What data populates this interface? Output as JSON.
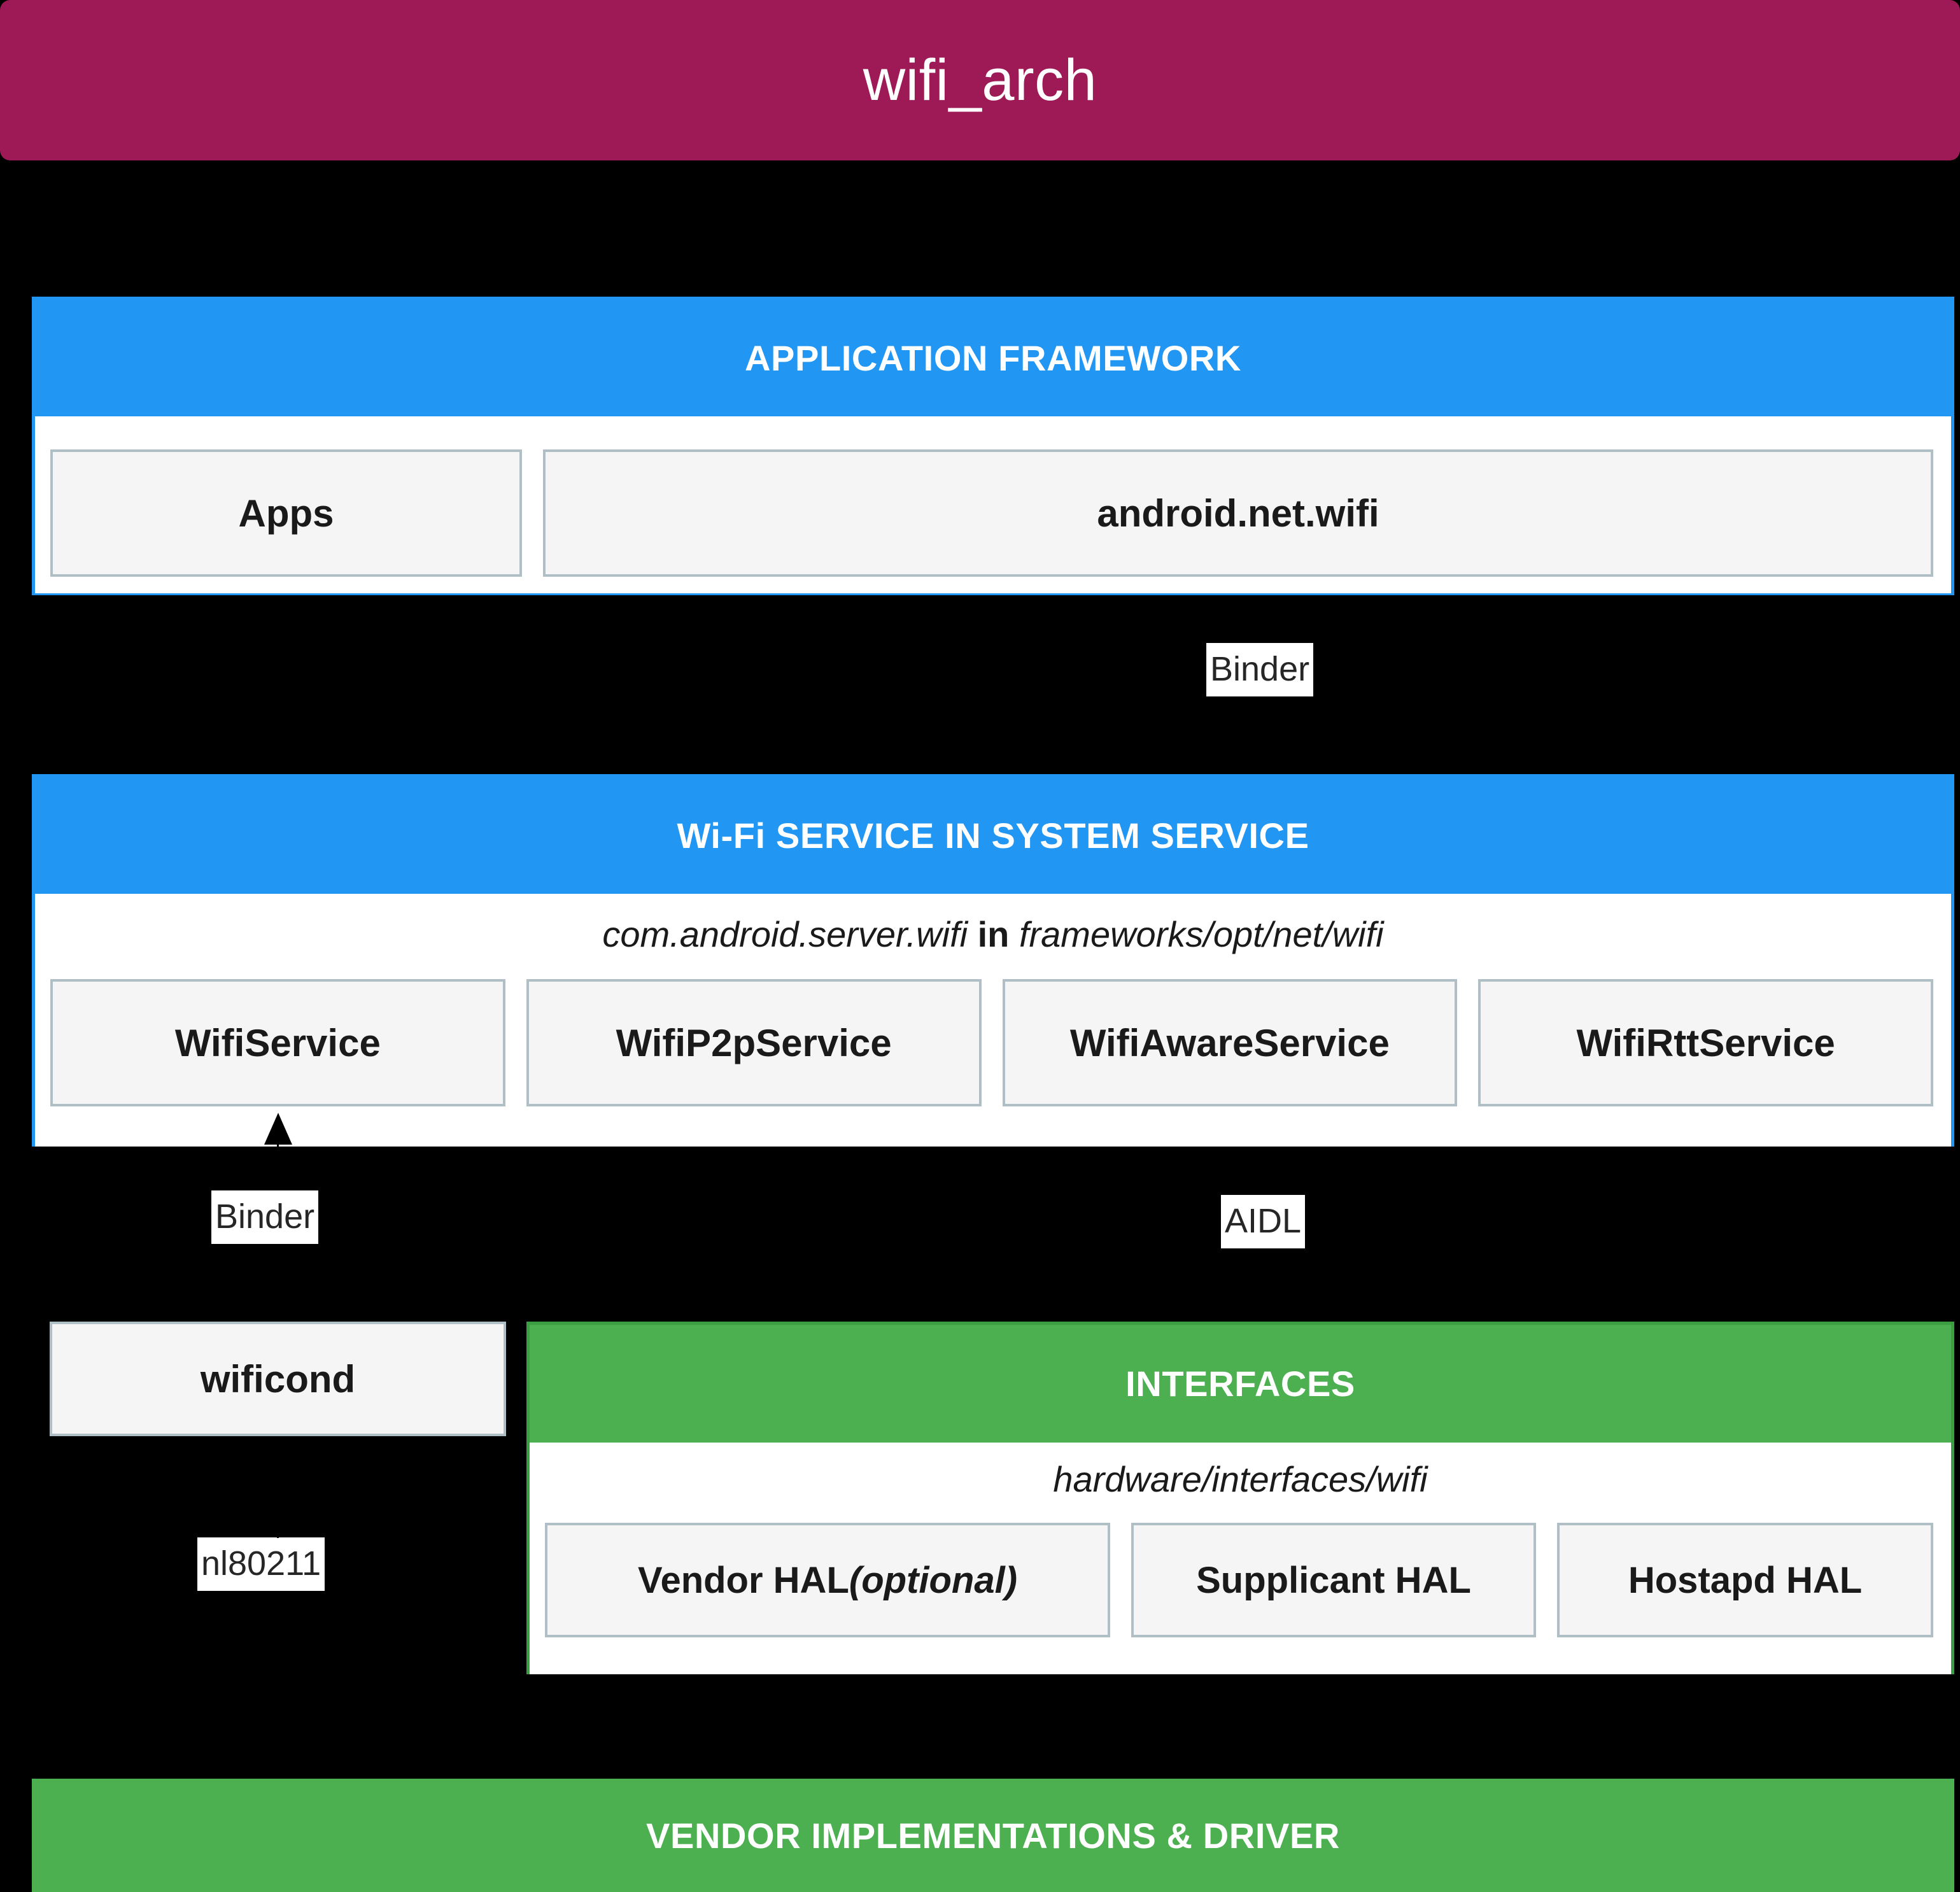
{
  "title": {
    "text": "wifi_arch",
    "bar_color": "#9E1A57"
  },
  "colors": {
    "page_background": "#000000",
    "framework_accent": "#2196F3",
    "service_accent": "#2196F3",
    "interfaces_accent": "#4CAF50",
    "vendor_accent": "#4CAF50",
    "node_fill": "#f5f5f5",
    "node_border": "#b0bec5",
    "label_background": "#ffffff",
    "text_color": "#1a1a1a"
  },
  "framework": {
    "header": "APPLICATION FRAMEWORK",
    "boxes": [
      {
        "label": "Apps"
      },
      {
        "label": "android.net.wifi"
      }
    ]
  },
  "edges": {
    "binder_top": "Binder",
    "binder_left": "Binder",
    "aidl": "AIDL",
    "nl80211": "nl80211"
  },
  "service": {
    "header": "Wi-Fi SERVICE IN SYSTEM SERVICE",
    "subtitle_package": "com.android.server.wifi",
    "subtitle_joiner": "in",
    "subtitle_path": "frameworks/opt/net/wifi",
    "boxes": [
      {
        "label": "WifiService"
      },
      {
        "label": "WifiP2pService"
      },
      {
        "label": "WifiAwareService"
      },
      {
        "label": "WifiRttService"
      }
    ]
  },
  "wificond": {
    "label": "wificond"
  },
  "interfaces": {
    "header": "INTERFACES",
    "subtitle_path": "hardware/interfaces/wifi",
    "boxes": [
      {
        "label": "Vendor HAL ",
        "emphasis": "(optional)"
      },
      {
        "label": "Supplicant HAL",
        "emphasis": ""
      },
      {
        "label": "Hostapd HAL",
        "emphasis": ""
      }
    ]
  },
  "vendor": {
    "header": "VENDOR IMPLEMENTATIONS & DRIVER"
  },
  "diagram_data": {
    "type": "layered-architecture-diagram",
    "layers": [
      {
        "name": "APPLICATION FRAMEWORK",
        "accent": "#2196F3",
        "nodes": [
          "Apps",
          "android.net.wifi"
        ]
      },
      {
        "name": "Wi-Fi SERVICE IN SYSTEM SERVICE",
        "accent": "#2196F3",
        "path": "com.android.server.wifi in frameworks/opt/net/wifi",
        "nodes": [
          "WifiService",
          "WifiP2pService",
          "WifiAwareService",
          "WifiRttService"
        ]
      },
      {
        "name": "INTERFACES",
        "accent": "#4CAF50",
        "path": "hardware/interfaces/wifi",
        "nodes": [
          "Vendor HAL (optional)",
          "Supplicant HAL",
          "Hostapd HAL"
        ]
      },
      {
        "name": "VENDOR IMPLEMENTATIONS & DRIVER",
        "accent": "#4CAF50",
        "nodes": []
      }
    ],
    "standalone_nodes": [
      "wificond"
    ],
    "connections": [
      {
        "from": "android.net.wifi",
        "to": "Wi-Fi SERVICE IN SYSTEM SERVICE",
        "label": "Binder"
      },
      {
        "from": "wificond",
        "to": "WifiService",
        "label": "Binder"
      },
      {
        "from": "WifiService",
        "to": "INTERFACES",
        "label": "AIDL"
      },
      {
        "from": "wificond",
        "to": "VENDOR IMPLEMENTATIONS & DRIVER",
        "label": "nl80211"
      }
    ]
  }
}
